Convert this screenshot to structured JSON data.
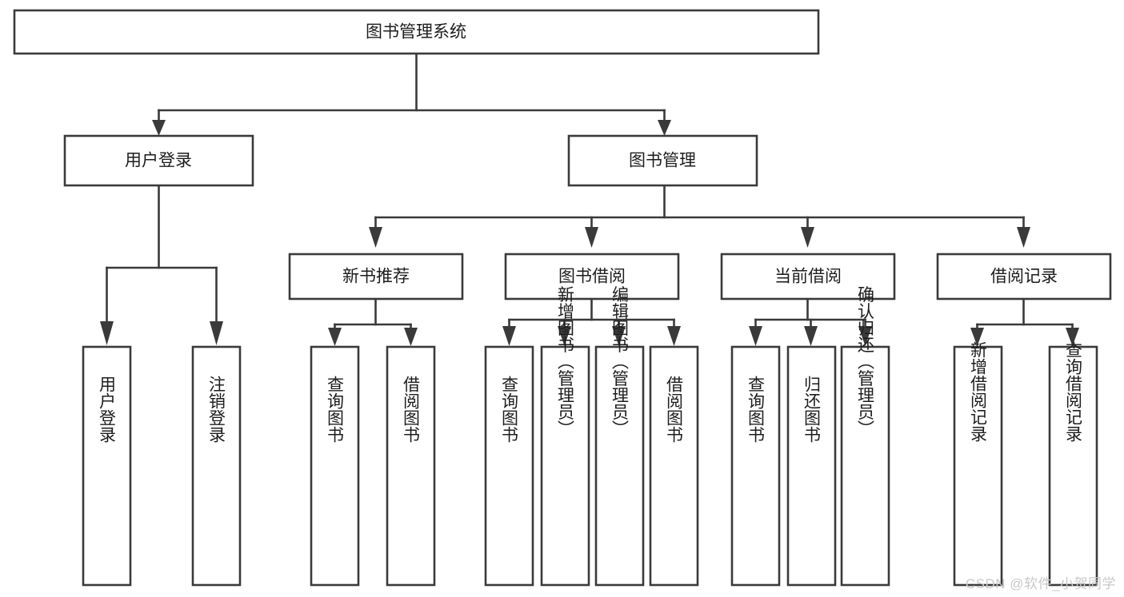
{
  "diagram": {
    "type": "tree",
    "title": "图书管理系统",
    "watermark": "CSDN @软件_小贺同学",
    "nodes": {
      "root": {
        "label": "图书管理系统",
        "level": 0
      },
      "user_login": {
        "label": "用户登录",
        "level": 1
      },
      "book_manage": {
        "label": "图书管理",
        "level": 1
      },
      "new_book_rec": {
        "label": "新书推荐",
        "level": 2
      },
      "book_borrow": {
        "label": "图书借阅",
        "level": 2
      },
      "current_borrow": {
        "label": "当前借阅",
        "level": 2
      },
      "borrow_record": {
        "label": "借阅记录",
        "level": 2
      },
      "leaf_user_login": {
        "label": "用户登录",
        "level": 3
      },
      "leaf_logout": {
        "label": "注销登录",
        "level": 3
      },
      "leaf_query_book_1": {
        "label": "查询图书",
        "level": 3
      },
      "leaf_borrow_book_1": {
        "label": "借阅图书",
        "level": 3
      },
      "leaf_query_book_2": {
        "label": "查询图书",
        "level": 3
      },
      "leaf_add_book": {
        "label": "新增图书（管理员）",
        "level": 3
      },
      "leaf_edit_book": {
        "label": "编辑图书（管理员）",
        "level": 3
      },
      "leaf_borrow_book_2": {
        "label": "借阅图书",
        "level": 3
      },
      "leaf_query_book_3": {
        "label": "查询图书",
        "level": 3
      },
      "leaf_return_book": {
        "label": "归还图书",
        "level": 3
      },
      "leaf_confirm_return": {
        "label": "确认归还（管理员）",
        "level": 3
      },
      "leaf_add_record": {
        "label": "新增借阅记录",
        "level": 3
      },
      "leaf_query_record": {
        "label": "查询借阅记录",
        "level": 3
      }
    },
    "edges": [
      {
        "from": "root",
        "to": "user_login"
      },
      {
        "from": "root",
        "to": "book_manage"
      },
      {
        "from": "book_manage",
        "to": "new_book_rec"
      },
      {
        "from": "book_manage",
        "to": "book_borrow"
      },
      {
        "from": "book_manage",
        "to": "current_borrow"
      },
      {
        "from": "book_manage",
        "to": "borrow_record"
      },
      {
        "from": "user_login",
        "to": "leaf_user_login"
      },
      {
        "from": "user_login",
        "to": "leaf_logout"
      },
      {
        "from": "new_book_rec",
        "to": "leaf_query_book_1"
      },
      {
        "from": "new_book_rec",
        "to": "leaf_borrow_book_1"
      },
      {
        "from": "book_borrow",
        "to": "leaf_query_book_2"
      },
      {
        "from": "book_borrow",
        "to": "leaf_add_book"
      },
      {
        "from": "book_borrow",
        "to": "leaf_edit_book"
      },
      {
        "from": "book_borrow",
        "to": "leaf_borrow_book_2"
      },
      {
        "from": "current_borrow",
        "to": "leaf_query_book_3"
      },
      {
        "from": "current_borrow",
        "to": "leaf_return_book"
      },
      {
        "from": "current_borrow",
        "to": "leaf_confirm_return"
      },
      {
        "from": "borrow_record",
        "to": "leaf_add_record"
      },
      {
        "from": "borrow_record",
        "to": "leaf_query_record"
      }
    ],
    "colors": {
      "box_stroke": "#3a3a3a",
      "box_fill": "#ffffff",
      "text": "#1d1d1d",
      "watermark": "#c9c9c9",
      "background": "#ffffff"
    }
  }
}
